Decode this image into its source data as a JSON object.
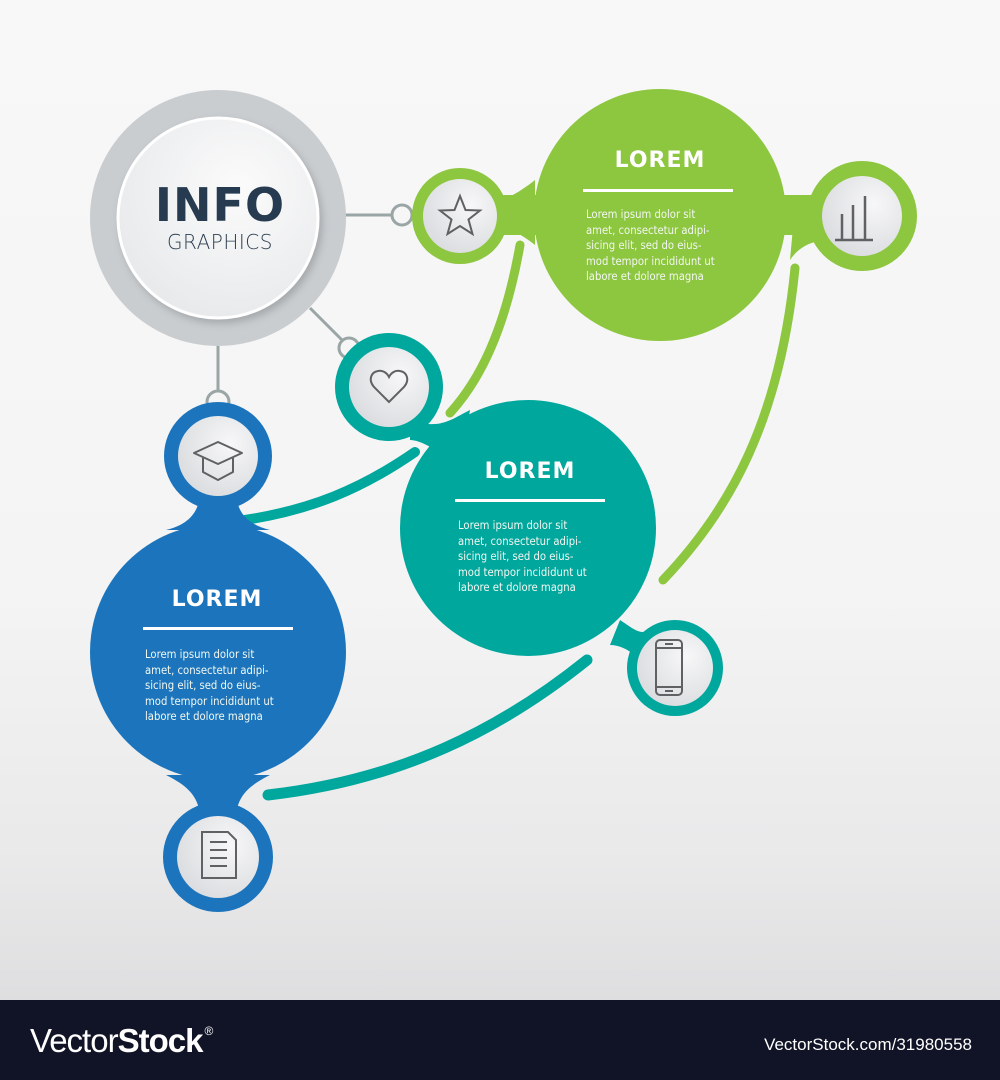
{
  "center": {
    "title": "INFO",
    "subtitle": "GRAPHICS"
  },
  "nodes": [
    {
      "id": "green",
      "title": "LOREM",
      "text": "Lorem ipsum dolor sit\namet, consectetur adipi-\nsicing elit, sed do eius-\nmod tempor incididunt ut\nlabore et dolore magna",
      "color": "#8dc63f",
      "icons": [
        "star-icon",
        "bar-chart-icon"
      ]
    },
    {
      "id": "teal",
      "title": "LOREM",
      "text": "Lorem ipsum dolor sit\namet, consectetur adipi-\nsicing elit, sed do eius-\nmod tempor incididunt ut\nlabore et dolore magna",
      "color": "#00a79d",
      "icons": [
        "heart-icon",
        "smartphone-icon"
      ]
    },
    {
      "id": "blue",
      "title": "LOREM",
      "text": "Lorem ipsum dolor sit\namet, consectetur adipi-\nsicing elit, sed do eius-\nmod tempor incididunt ut\nlabore et dolore magna",
      "color": "#1c75bc",
      "icons": [
        "graduation-cap-icon",
        "document-icon"
      ]
    }
  ],
  "colors": {
    "green": "#8dc63f",
    "teal": "#00a79d",
    "blue": "#1c75bc",
    "connector_gray": "#9aa5a6",
    "ring_gray": "#c9cdd0",
    "title_dark": "#263a50",
    "footer_bg": "#111326"
  },
  "footer": {
    "brand_light": "Vector",
    "brand_bold": "Stock",
    "brand_mark": "®",
    "stock_id": "VectorStock.com/31980558"
  }
}
